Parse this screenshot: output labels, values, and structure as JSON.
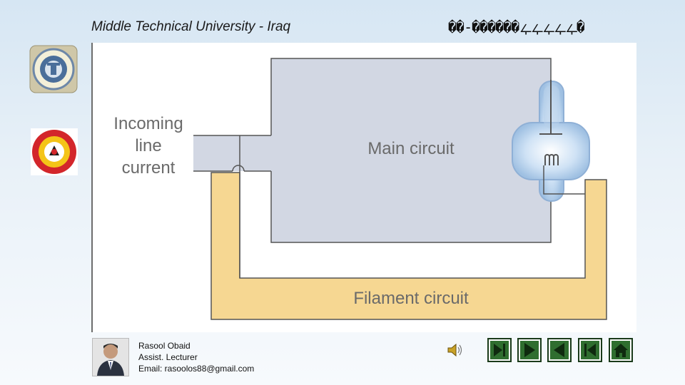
{
  "header": {
    "title": "Middle Technical University - Iraq",
    "garbled_text": "��-������ഺഺഺഺഺ�"
  },
  "diagram": {
    "labels": {
      "incoming_1": "Incoming",
      "incoming_2": "line",
      "incoming_3": "current",
      "main": "Main circuit",
      "filament": "Filament circuit"
    },
    "colors": {
      "main_fill": "#d2d7e3",
      "filament_fill": "#f6d792",
      "wire": "#555555"
    }
  },
  "presenter": {
    "name": "Rasool Obaid",
    "role": "Assist.  Lecturer",
    "email": "Email: rasoolos88@gmail.com"
  },
  "nav": {
    "accent": "#2f6e2f",
    "icons": [
      "end-icon",
      "next-icon",
      "previous-icon",
      "first-icon",
      "home-icon"
    ]
  }
}
